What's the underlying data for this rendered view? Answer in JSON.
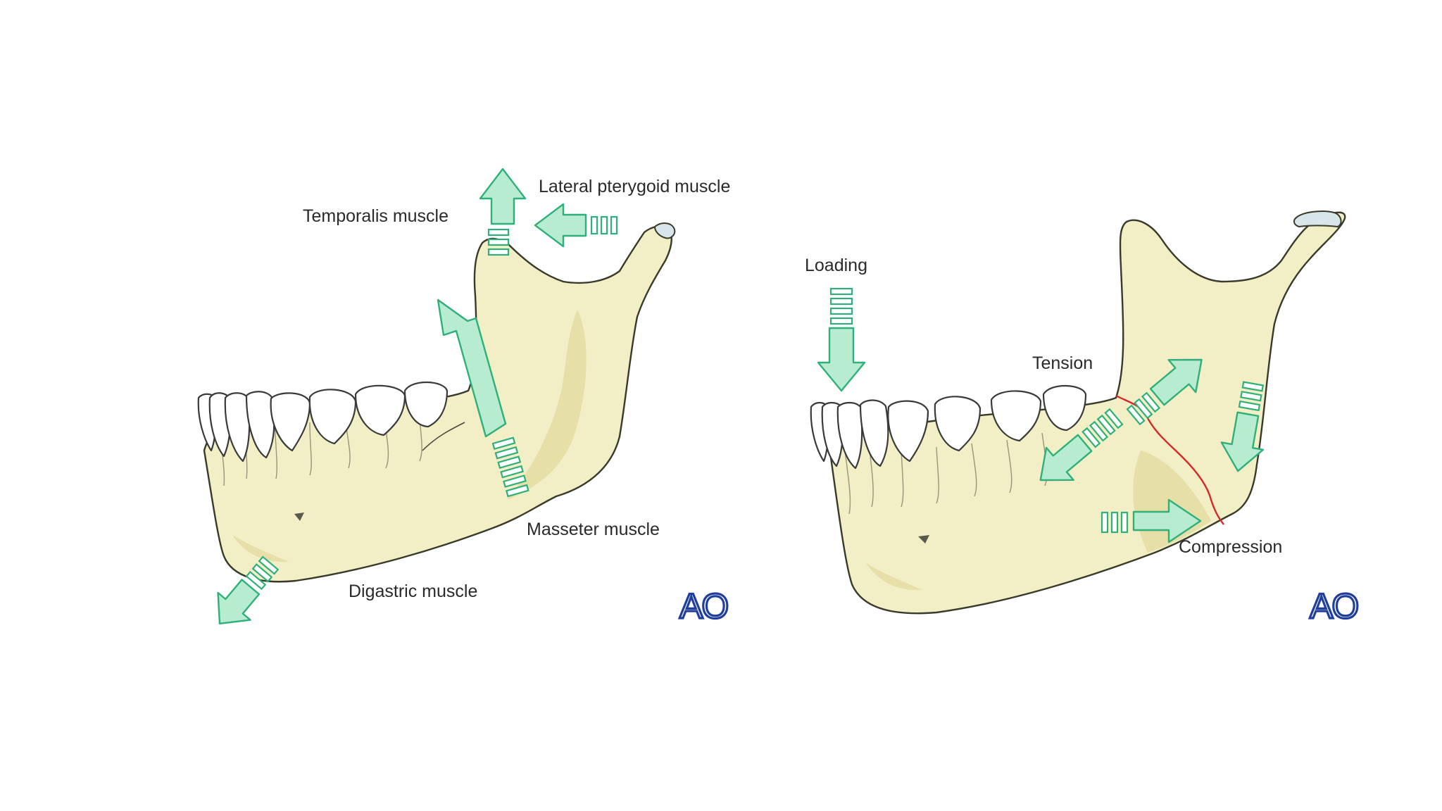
{
  "left_panel": {
    "labels": {
      "temporalis": "Temporalis muscle",
      "lateral_pterygoid": "Lateral pterygoid muscle",
      "masseter": "Masseter muscle",
      "digastric": "Digastric muscle"
    },
    "logo": "AO"
  },
  "right_panel": {
    "labels": {
      "loading": "Loading",
      "tension": "Tension",
      "compression": "Compression"
    },
    "logo": "AO"
  },
  "colors": {
    "bone": "#f2eec6",
    "arrow_fill": "#b8ecd0",
    "arrow_stroke": "#2fb07a",
    "fracture_line": "#d3292b",
    "logo": "#1f3f9a"
  }
}
